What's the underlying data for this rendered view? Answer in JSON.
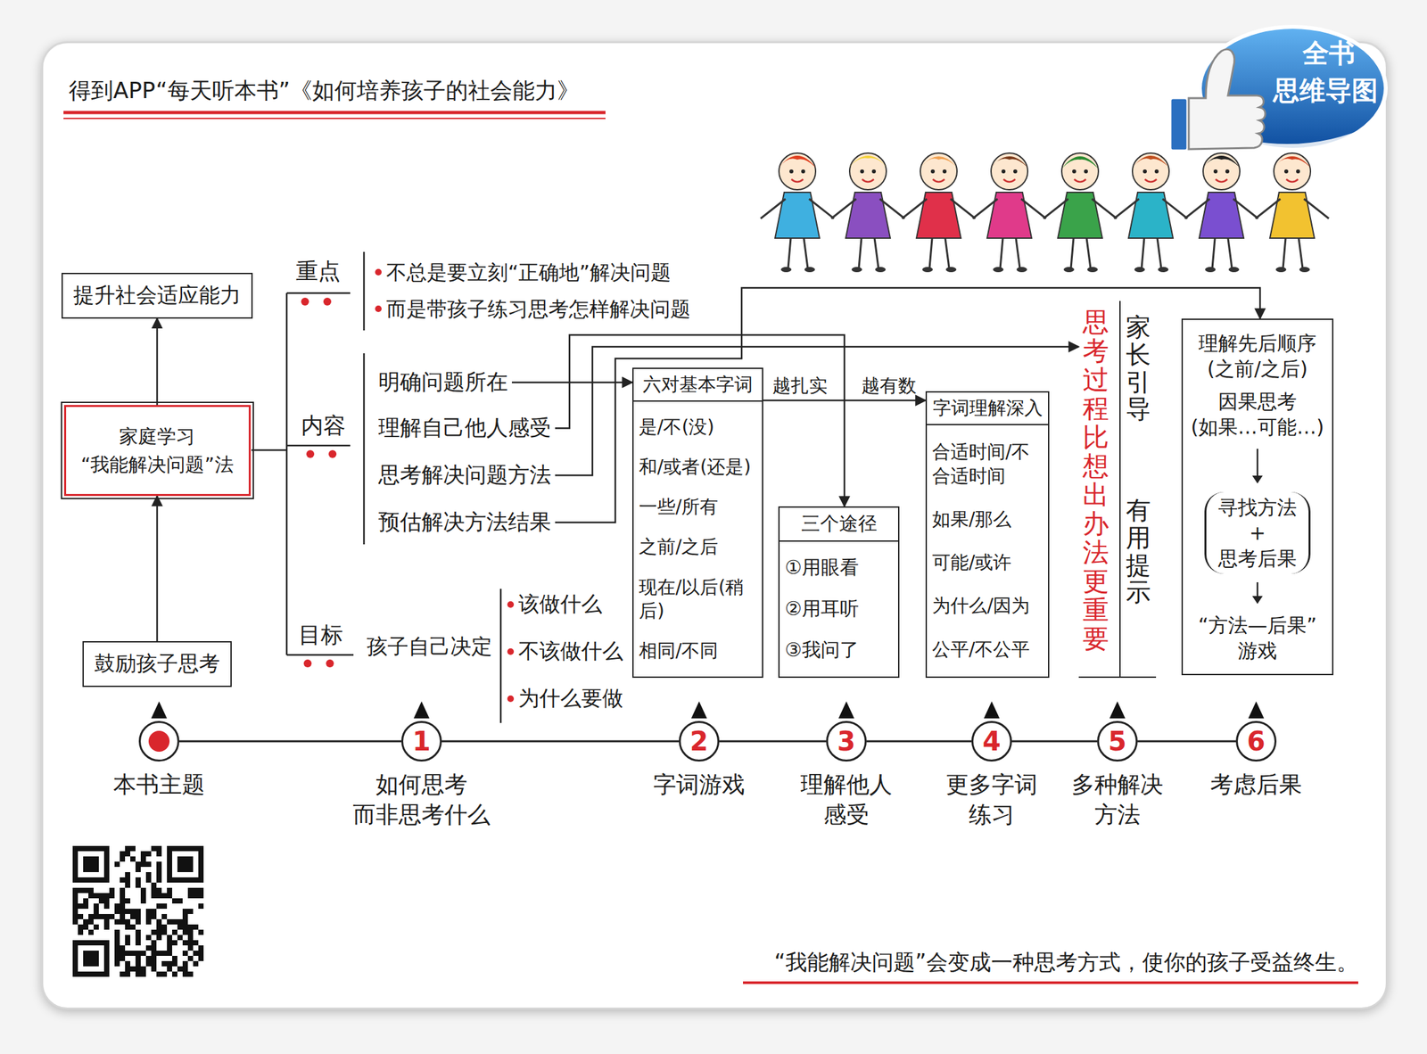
{
  "diagram": {
    "title": "得到APP“每天听本书”《如何培养孩子的社会能力》",
    "caption": "“我能解决问题”会变成一种思考方式，使你的孩子受益终生。",
    "nodes": [
      {
        "text": [
          "提升社会适应能力"
        ]
      },
      {
        "text": [
          "家庭学习 “我能解决问题”法"
        ]
      },
      {
        "text": [
          "鼓励孩子思考"
        ]
      },
      {
        "text": [
          "明确问题所在"
        ]
      },
      {
        "text": [
          "理解自己他人感受"
        ]
      },
      {
        "text": [
          "思考解决问题方法"
        ]
      },
      {
        "text": [
          "预估解决方法结果"
        ]
      },
      {
        "text": [
          "六对基本字词",
          "是/不(没)",
          "和/或者(还是)",
          "一些/所有",
          "之前/之后",
          "现在/以后(稍后)",
          "相同/不同"
        ]
      },
      {
        "text": [
          "三个途径",
          "①用眼看",
          "②用耳听",
          "③我问了"
        ]
      },
      {
        "text": [
          "字词理解深入",
          "合适时间/不合适时间",
          "如果/那么",
          "可能/或许",
          "为什么/因为",
          "公平/不公平"
        ]
      },
      {
        "text": [
          "思考过程比想出办法更重要",
          "家长引导",
          "有用提示"
        ]
      },
      {
        "text": [
          "理解先后顺序 (之前/之后)",
          "因果思考 (如果…可能…)",
          "寻找方法 + 思考后果",
          "“方法—后果” 游戏"
        ]
      },
      {
        "text": [
          "本书主题"
        ]
      },
      {
        "text": [
          "1",
          "如何思考 而非思考什么"
        ]
      },
      {
        "text": [
          "2",
          "字词游戏"
        ]
      },
      {
        "text": [
          "3",
          "理解他人 感受"
        ]
      },
      {
        "text": [
          "4",
          "更多字词 练习"
        ]
      },
      {
        "text": [
          "5",
          "多种解决 方法"
        ]
      },
      {
        "text": [
          "6",
          "考虑后果"
        ]
      }
    ],
    "edges": [
      {
        "from": 2,
        "to": 1,
        "arrow": "to"
      },
      {
        "from": 1,
        "to": 0,
        "arrow": "to"
      },
      {
        "from": 3,
        "to": 7,
        "arrow": "to"
      },
      {
        "from": 4,
        "to": 8,
        "arrow": "to"
      },
      {
        "from": 5,
        "to": 10,
        "arrow": "to"
      },
      {
        "from": 6,
        "to": 11,
        "arrow": "to"
      },
      {
        "from": 7,
        "to": 9,
        "label": "越扎实 越有数",
        "arrow": "to"
      },
      {
        "from": 12,
        "to": 13,
        "arrow": "none"
      },
      {
        "from": 13,
        "to": 14,
        "arrow": "none"
      },
      {
        "from": 14,
        "to": 15,
        "arrow": "none"
      },
      {
        "from": 15,
        "to": 16,
        "arrow": "none"
      },
      {
        "from": 16,
        "to": 17,
        "arrow": "none"
      },
      {
        "from": 17,
        "to": 18,
        "arrow": "none"
      }
    ],
    "labels": [
      "全书",
      "思维导图",
      "重点",
      "不总是要立刻“正确地”解决问题",
      "而是带孩子练习思考怎样解决问题",
      "内容",
      "目标",
      "孩子自己决定",
      "该做什么",
      "不该做什么",
      "为什么要做"
    ]
  }
}
